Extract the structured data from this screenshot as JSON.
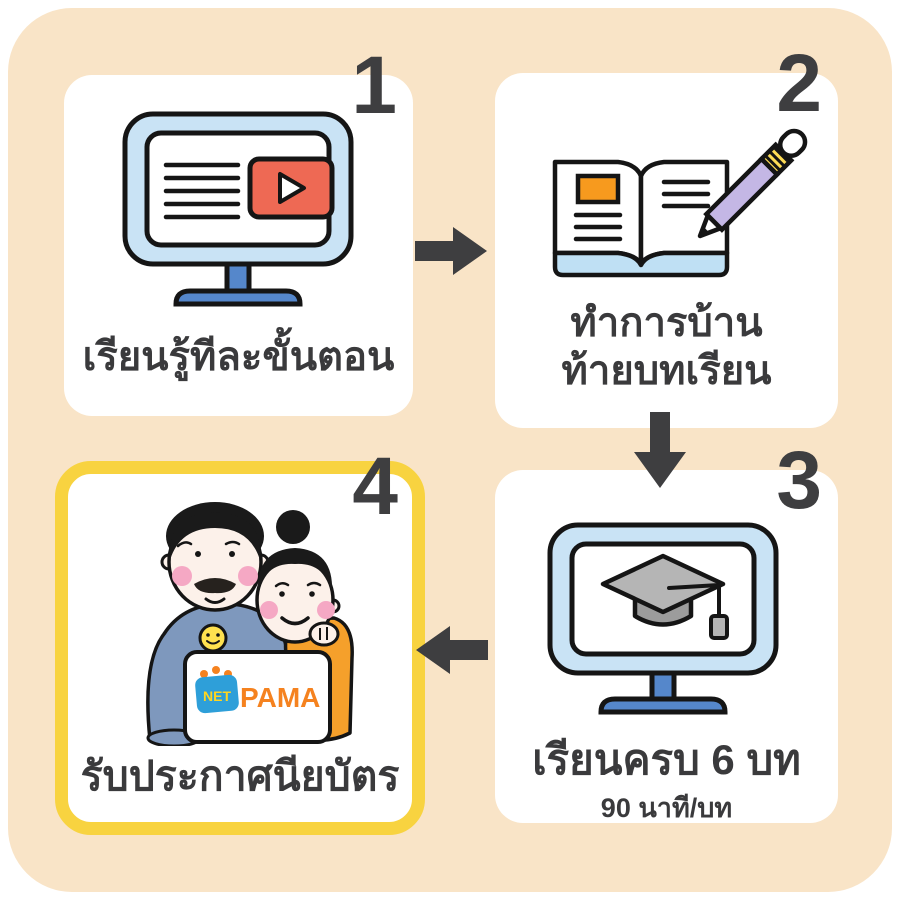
{
  "title": "Net PAMA online course steps infographic",
  "colors": {
    "background": "#F9E4C7",
    "card": "#FFFFFF",
    "step4_border": "#F8D340",
    "number_and_arrow": "#3E3E40",
    "caption_text": "#3A3A3C",
    "monitor_bezel": "#C9E3F5",
    "monitor_stand": "#5587CB",
    "video_button": "#EE6954",
    "book_bottom_band": "#BFE0F4",
    "book_highlight": "#F79A1E",
    "pencil_body": "#C4B7E5",
    "pencil_band": "#FFDD55",
    "graduation_cap_light": "#B5B5B5",
    "graduation_cap_dark": "#9C9C9C",
    "sweater": "#7E98BD",
    "shirt": "#F5A02B",
    "skin": "#FCF1EA",
    "cheek": "#F5A8C4",
    "smiley_badge": "#FFE14F",
    "logo_blue": "#2E9FD9",
    "logo_net_text": "#FFD520",
    "logo_pama_text": "#F5821F"
  },
  "steps": [
    {
      "number": "1",
      "caption": "เรียนรู้ทีละขั้นตอน",
      "icon": "monitor-video-icon"
    },
    {
      "number": "2",
      "caption_line1": "ทำการบ้าน",
      "caption_line2": "ท้ายบทเรียน",
      "icon": "book-pencil-icon"
    },
    {
      "number": "3",
      "caption": "เรียนครบ 6 บท",
      "subcaption": "90 นาที/บท",
      "icon": "monitor-graduation-icon"
    },
    {
      "number": "4",
      "caption": "รับประกาศนียบัตร",
      "icon": "parents-certificate-illustration",
      "logo": {
        "net": "NET",
        "pama": "PAMA"
      }
    }
  ],
  "arrows": [
    {
      "name": "arrow-step1-to-step2",
      "direction": "right"
    },
    {
      "name": "arrow-step2-to-step3",
      "direction": "down"
    },
    {
      "name": "arrow-step3-to-step4",
      "direction": "left"
    }
  ]
}
